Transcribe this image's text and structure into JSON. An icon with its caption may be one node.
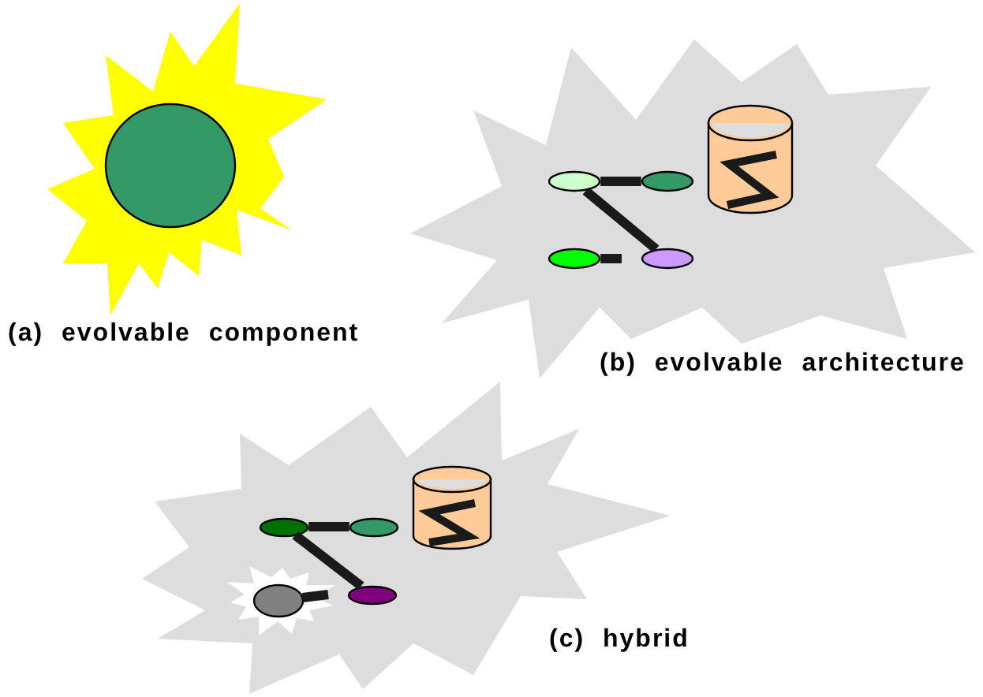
{
  "diagram": {
    "nodes": [
      {
        "text": [],
        "shape": "starburst",
        "beside": [
          "(a) evolvable component"
        ]
      },
      {
        "text": [],
        "shape": "circle",
        "in": 0
      },
      {
        "text": [],
        "shape": "starburst",
        "beside": [
          "(b) evolvable architecture"
        ]
      },
      {
        "text": [],
        "shape": "ellipse",
        "in": 2
      },
      {
        "text": [],
        "shape": "ellipse",
        "in": 2
      },
      {
        "text": [],
        "shape": "cylinder",
        "in": 2
      },
      {
        "text": [],
        "shape": "ellipse",
        "in": 2
      },
      {
        "text": [],
        "shape": "ellipse",
        "in": 2
      },
      {
        "text": [],
        "shape": "starburst",
        "beside": [
          "(c) hybrid"
        ]
      },
      {
        "text": [],
        "shape": "ellipse",
        "in": 8
      },
      {
        "text": [],
        "shape": "ellipse",
        "in": 8
      },
      {
        "text": [],
        "shape": "cylinder",
        "in": 8
      },
      {
        "text": [],
        "shape": "starburst",
        "in": 8
      },
      {
        "text": [],
        "shape": "ellipse",
        "in": 12
      },
      {
        "text": [],
        "shape": "ellipse",
        "in": 8
      }
    ],
    "edges": [
      {
        "from": 3,
        "to": 4,
        "arrow": "none"
      },
      {
        "from": 3,
        "to": 7,
        "arrow": "none"
      },
      {
        "from": 6,
        "to": null,
        "arrow": "none"
      },
      {
        "from": 9,
        "to": 10,
        "arrow": "none"
      },
      {
        "from": 9,
        "to": 14,
        "arrow": "none"
      },
      {
        "from": 13,
        "to": null,
        "arrow": "none"
      }
    ]
  }
}
